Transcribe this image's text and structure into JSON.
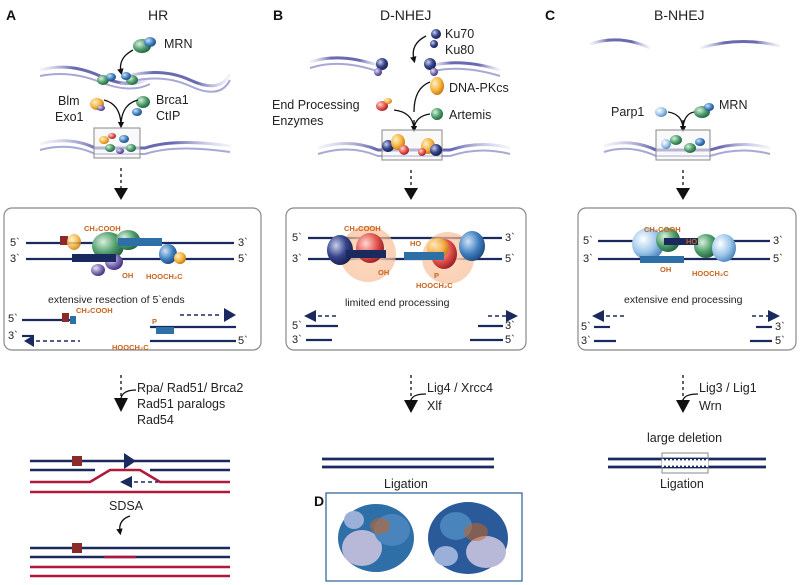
{
  "panels": {
    "A": {
      "letter": "A",
      "title": "HR"
    },
    "B": {
      "letter": "B",
      "title": "D-NHEJ"
    },
    "C": {
      "letter": "C",
      "title": "B-NHEJ"
    },
    "D": {
      "letter": "D"
    }
  },
  "hr": {
    "mrn": "MRN",
    "blm": "Blm",
    "exo1": "Exo1",
    "brca1": "Brca1",
    "ctip": "CtIP",
    "resection": "extensive resection of 5`ends",
    "factors1": "Rpa/ Rad51/ Brca2",
    "factors2": "Rad51 paralogs",
    "factors3": "Rad54",
    "sdsa": "SDSA"
  },
  "dnhej": {
    "ku70": "Ku70",
    "ku80": "Ku80",
    "dnapkcs": "DNA-PKcs",
    "artemis": "Artemis",
    "enz1": "End Processing",
    "enz2": "Enzymes",
    "limited": "limited end processing",
    "lig": "Lig4 / Xrcc4",
    "xlf": "Xlf",
    "ligation": "Ligation"
  },
  "bnhej": {
    "parp1": "Parp1",
    "mrn": "MRN",
    "extensive": "extensive end processing",
    "lig": "Lig3 / Lig1",
    "wrn": "Wrn",
    "deletion": "large deletion",
    "ligation": "Ligation"
  },
  "chem": {
    "ch2cooh": "CH₂COOH",
    "hooch2c": "HOOCH₂C",
    "ho": "HO",
    "oh": "OH",
    "p": "P"
  },
  "ends": {
    "five": "5`",
    "three": "3`"
  },
  "colors": {
    "dna_navy": "#1a2a5e",
    "dna_red": "#b0183c",
    "chem_orange": "#c8641e",
    "arrow_navy": "#1a2a5e",
    "box_border": "#888888",
    "panel_d_border": "#2a5a9a",
    "protein_blue": "#2f6fa8",
    "protein_green": "#3a8a5a",
    "protein_orange": "#f0a030",
    "protein_red": "#d04040"
  }
}
